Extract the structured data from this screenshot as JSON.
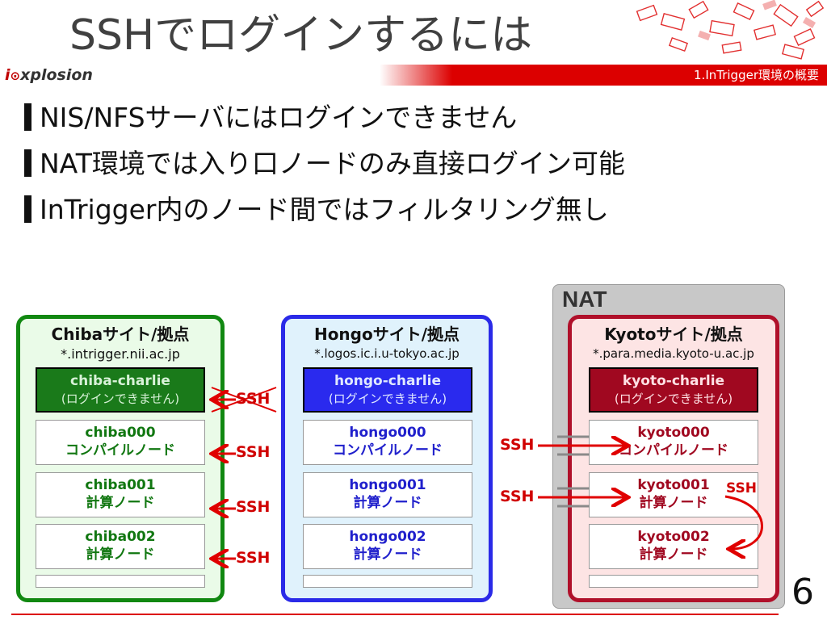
{
  "slide": {
    "title": "SSHでログインするには",
    "section": "1.InTrigger環境の概要",
    "page": "6"
  },
  "logo": {
    "prefix": "i",
    "rest": "xplosion"
  },
  "bullets": [
    "NIS/NFSサーバにはログインできません",
    "NAT環境では入り口ノードのみ直接ログイン可能",
    "InTrigger内のノード間ではフィルタリング無し"
  ],
  "nat_label": "NAT",
  "ssh_label": "SSH",
  "sites": [
    {
      "title": "Chibaサイト/拠点",
      "domain": "*.intrigger.nii.ac.jp",
      "charlie": {
        "name": "chiba-charlie",
        "note": "(ログインできません)"
      },
      "nodes": [
        {
          "name": "chiba000",
          "role": "コンパイルノード"
        },
        {
          "name": "chiba001",
          "role": "計算ノード"
        },
        {
          "name": "chiba002",
          "role": "計算ノード"
        }
      ]
    },
    {
      "title": "Hongoサイト/拠点",
      "domain": "*.logos.ic.i.u-tokyo.ac.jp",
      "charlie": {
        "name": "hongo-charlie",
        "note": "(ログインできません)"
      },
      "nodes": [
        {
          "name": "hongo000",
          "role": "コンパイルノード"
        },
        {
          "name": "hongo001",
          "role": "計算ノード"
        },
        {
          "name": "hongo002",
          "role": "計算ノード"
        }
      ]
    },
    {
      "title": "Kyotoサイト/拠点",
      "domain": "*.para.media.kyoto-u.ac.jp",
      "charlie": {
        "name": "kyoto-charlie",
        "note": "(ログインできません)"
      },
      "nodes": [
        {
          "name": "kyoto000",
          "role": "コンパイルノード"
        },
        {
          "name": "kyoto001",
          "role": "計算ノード"
        },
        {
          "name": "kyoto002",
          "role": "計算ノード"
        }
      ]
    }
  ],
  "colors": {
    "accent_red": "#dc0000",
    "chiba_border": "#118811",
    "chiba_bg": "#eafbe8",
    "chiba_charlie": "#1a7a1a",
    "hongo_border": "#2a2ae8",
    "hongo_bg": "#e0f2fc",
    "hongo_charlie": "#2a2aee",
    "kyoto_border": "#b0102a",
    "kyoto_bg": "#fde4e4",
    "kyoto_charlie": "#a00820",
    "nat_bg": "#c8c8c8"
  }
}
